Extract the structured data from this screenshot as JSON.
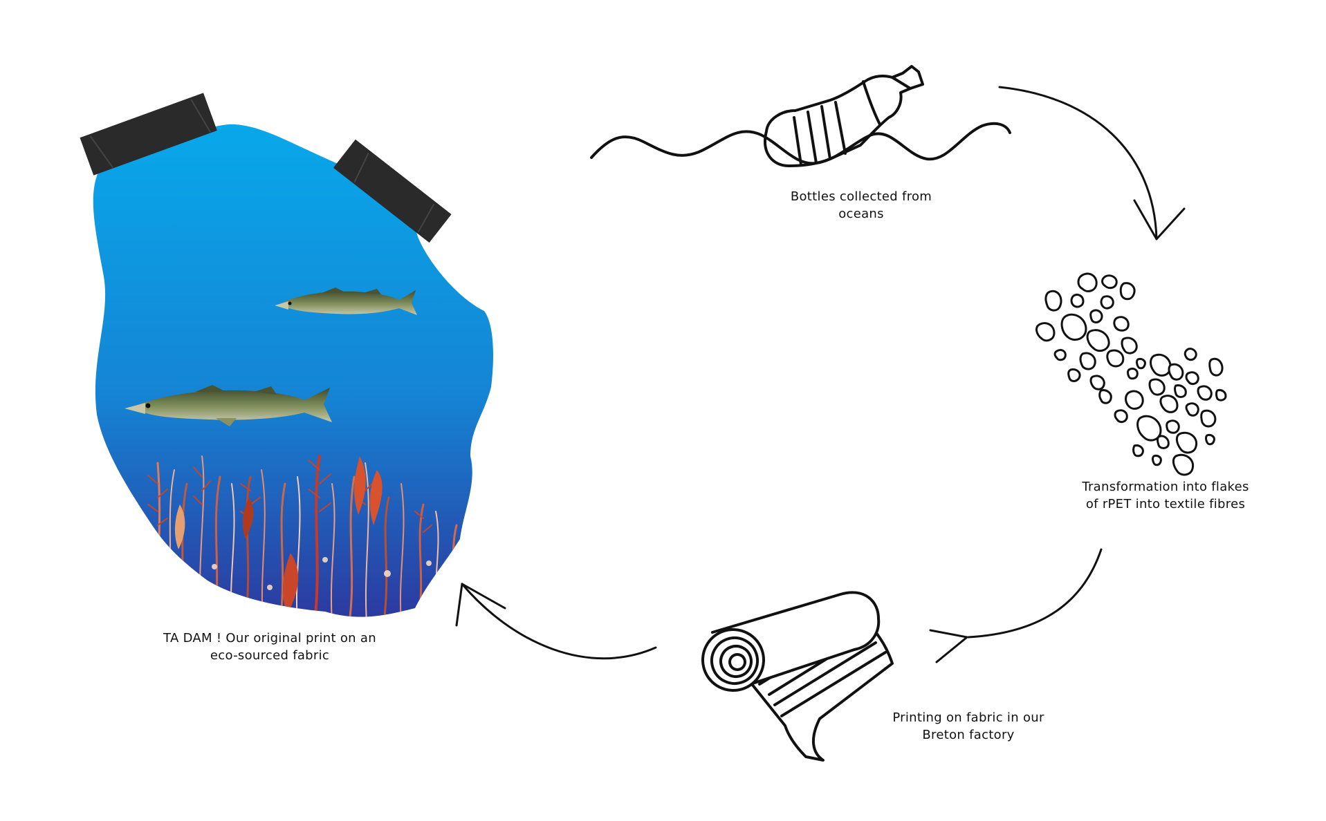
{
  "steps": [
    {
      "id": "bottles",
      "icon": "bottle-in-waves-icon",
      "lines": [
        "Bottles collected from",
        "oceans"
      ]
    },
    {
      "id": "flakes",
      "icon": "rpet-flakes-icon",
      "lines": [
        "Transformation into flakes",
        "of rPET into textile fibres"
      ]
    },
    {
      "id": "printing",
      "icon": "fabric-roll-icon",
      "lines": [
        "Printing on fabric in our",
        "Breton factory"
      ]
    },
    {
      "id": "final",
      "icon": "ocean-print-fabric-icon",
      "lines": [
        "TA DAM ! Our original print on an",
        "eco-sourced fabric"
      ]
    }
  ],
  "colors": {
    "ink": "#111111",
    "ocean_top": "#08a6e8",
    "ocean_bottom": "#2b3fa3",
    "tape": "#2a2a2a",
    "fish": "#5f6a45"
  }
}
